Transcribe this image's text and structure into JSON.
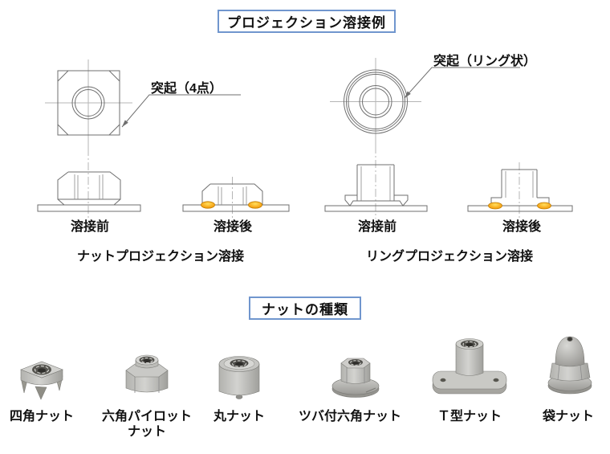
{
  "titles": {
    "projection_welding": "プロジェクション溶接例",
    "nut_types": "ナットの種類"
  },
  "nut_projection": {
    "annotation": "突起（4点）",
    "before": "溶接前",
    "after": "溶接後",
    "caption": "ナットプロジェクション溶接"
  },
  "ring_projection": {
    "annotation": "突起（リング状）",
    "before": "溶接前",
    "after": "溶接後",
    "caption": "リングプロジェクション溶接"
  },
  "nut_types_list": [
    {
      "label": "四角ナット",
      "photo": "square-weld-nut"
    },
    {
      "label": "六角パイロットナット",
      "photo": "hex-pilot-nut"
    },
    {
      "label": "丸ナット",
      "photo": "round-nut"
    },
    {
      "label": "ツバ付六角ナット",
      "photo": "flanged-hex-nut"
    },
    {
      "label": "Ｔ型ナット",
      "photo": "t-type-nut"
    },
    {
      "label": "袋ナット",
      "photo": "cap-nut"
    }
  ],
  "figures": {
    "left_top_view": "square-nut-top-view-drawing",
    "right_top_view": "ring-nut-top-view-drawing",
    "left_before": "hex-nut-before-welding-drawing",
    "left_after": "hex-nut-after-welding-drawing",
    "right_before": "t-nut-before-welding-drawing",
    "right_after": "t-nut-after-welding-drawing",
    "weld_nugget": "orange-weld-nugget-ellipse"
  },
  "colors": {
    "title_box_border": "#7096ce",
    "drawing_line": "#6f6f6f",
    "centerline": "#b5b5b5",
    "weld_nugget": "#f7a11a",
    "weld_nugget_edge": "#c07c00",
    "text": "#111111",
    "metal_light": "#d3d3d0",
    "metal_dark": "#98978f"
  }
}
